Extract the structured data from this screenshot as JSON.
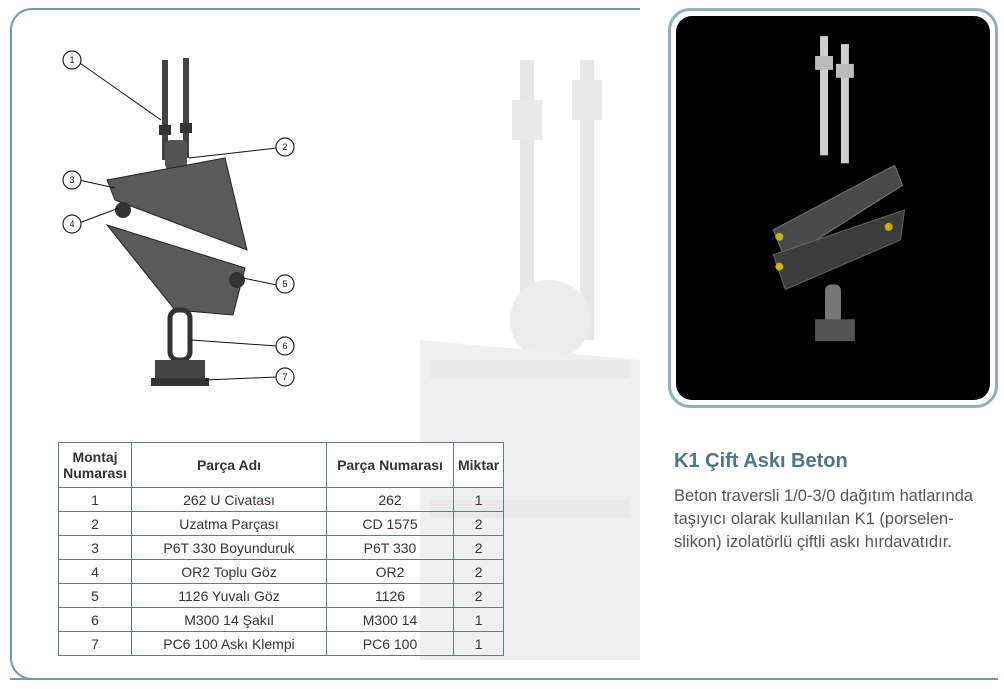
{
  "callouts": [
    "1",
    "2",
    "3",
    "4",
    "5",
    "6",
    "7"
  ],
  "table": {
    "headers": [
      "Montaj\nNumarası",
      "Parça Adı",
      "Parça Numarası",
      "Miktar"
    ],
    "header_montaj_line1": "Montaj",
    "header_montaj_line2": "Numarası",
    "rows": [
      [
        "1",
        "262 U Civatası",
        "262",
        "1"
      ],
      [
        "2",
        "Uzatma Parçası",
        "CD 1575",
        "2"
      ],
      [
        "3",
        "P6T 330 Boyunduruk",
        "P6T 330",
        "2"
      ],
      [
        "4",
        "OR2 Toplu Göz",
        "OR2",
        "2"
      ],
      [
        "5",
        "1126 Yuvalı Göz",
        "1126",
        "2"
      ],
      [
        "6",
        "M300 14 Şakıl",
        "M300 14",
        "1"
      ],
      [
        "7",
        "PC6 100 Askı Klempi",
        "PC6 100",
        "1"
      ]
    ]
  },
  "product": {
    "title": "K1 Çift Askı Beton",
    "description": "Beton traversli 1/0-3/0 dağıtım hatlarında taşıyıcı olarak kullanılan K1 (porselen-slikon) izolatörlü çiftli askı hırdavatıdır."
  },
  "colors": {
    "frame": "#6f9aa6",
    "title": "#4b7785",
    "text": "#555555",
    "table_border": "#5c7d88"
  }
}
